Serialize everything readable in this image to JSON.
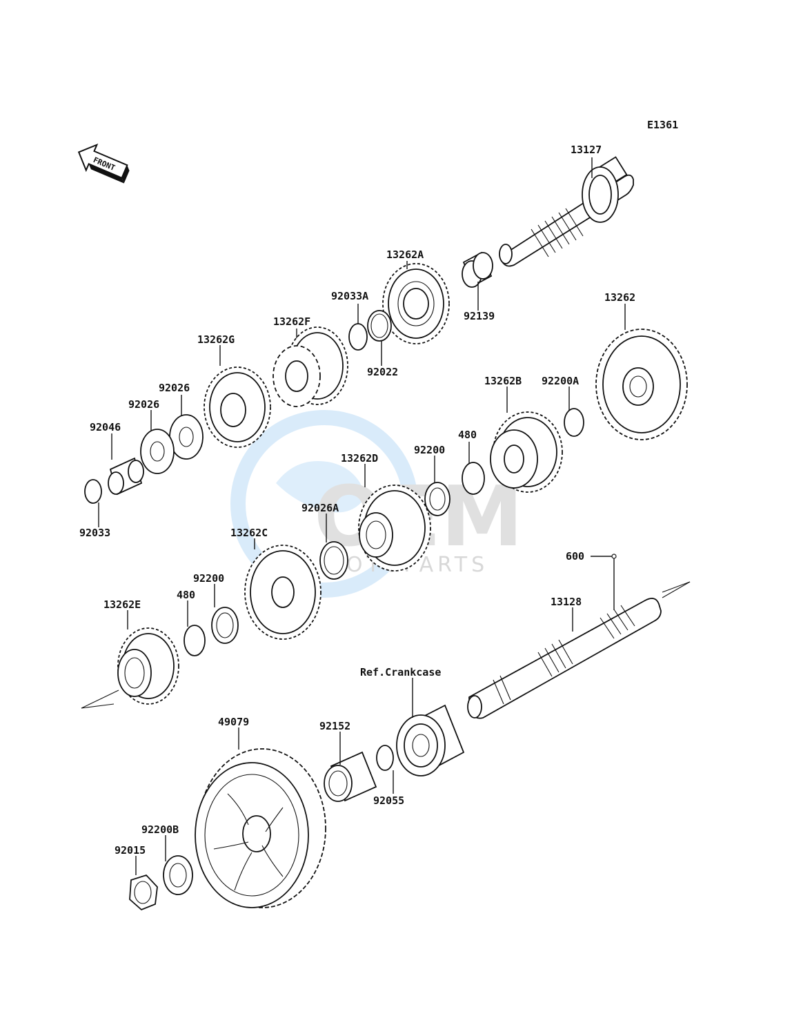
{
  "diagram_code": "E1361",
  "front_label": "FRONT",
  "watermark": {
    "brand": "OEM",
    "sub": "MOTOPARTS",
    "color": "#5aa9e6"
  },
  "parts": [
    {
      "id": "p13127",
      "label": "13127"
    },
    {
      "id": "p13262A",
      "label": "13262A"
    },
    {
      "id": "p92139",
      "label": "92139"
    },
    {
      "id": "p92033A",
      "label": "92033A"
    },
    {
      "id": "p92022",
      "label": "92022"
    },
    {
      "id": "p13262F",
      "label": "13262F"
    },
    {
      "id": "p13262G",
      "label": "13262G"
    },
    {
      "id": "p92026a",
      "label": "92026"
    },
    {
      "id": "p92026b",
      "label": "92026"
    },
    {
      "id": "p92046",
      "label": "92046"
    },
    {
      "id": "p92033",
      "label": "92033"
    },
    {
      "id": "p13262",
      "label": "13262"
    },
    {
      "id": "p92200A",
      "label": "92200A"
    },
    {
      "id": "p13262B",
      "label": "13262B"
    },
    {
      "id": "p480a",
      "label": "480"
    },
    {
      "id": "p92200a",
      "label": "92200"
    },
    {
      "id": "p13262D",
      "label": "13262D"
    },
    {
      "id": "p92026A",
      "label": "92026A"
    },
    {
      "id": "p13262C",
      "label": "13262C"
    },
    {
      "id": "p92200b",
      "label": "92200"
    },
    {
      "id": "p480b",
      "label": "480"
    },
    {
      "id": "p13262E",
      "label": "13262E"
    },
    {
      "id": "p600",
      "label": "600"
    },
    {
      "id": "p13128",
      "label": "13128"
    },
    {
      "id": "pRef",
      "label": "Ref.Crankcase"
    },
    {
      "id": "p49079",
      "label": "49079"
    },
    {
      "id": "p92152",
      "label": "92152"
    },
    {
      "id": "p92055",
      "label": "92055"
    },
    {
      "id": "p92200B",
      "label": "92200B"
    },
    {
      "id": "p92015",
      "label": "92015"
    }
  ]
}
